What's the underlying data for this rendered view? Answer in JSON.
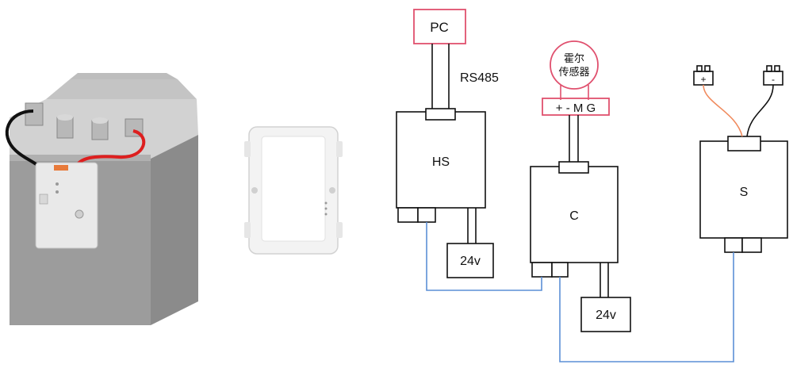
{
  "labels": {
    "pc": "PC",
    "rs485": "RS485",
    "hall_sensor_line1": "霍尔",
    "hall_sensor_line2": "传感器",
    "hall_pins": "+ - M G",
    "hs": "HS",
    "c": "C",
    "s": "S",
    "psu_hs": "24v",
    "psu_c": "24v",
    "terminal_plus": "+",
    "terminal_minus": "-"
  },
  "colors": {
    "box_stroke": "#111111",
    "pink": "#e0506e",
    "bus_blue": "#5b8fd6",
    "wire_orange": "#f08a5d",
    "wire_black": "#111111",
    "battery_body": "#9a9a9a",
    "battery_top": "#cfcfcf",
    "red_cable": "#dd1f1f",
    "device_white": "#f1f1f1"
  }
}
